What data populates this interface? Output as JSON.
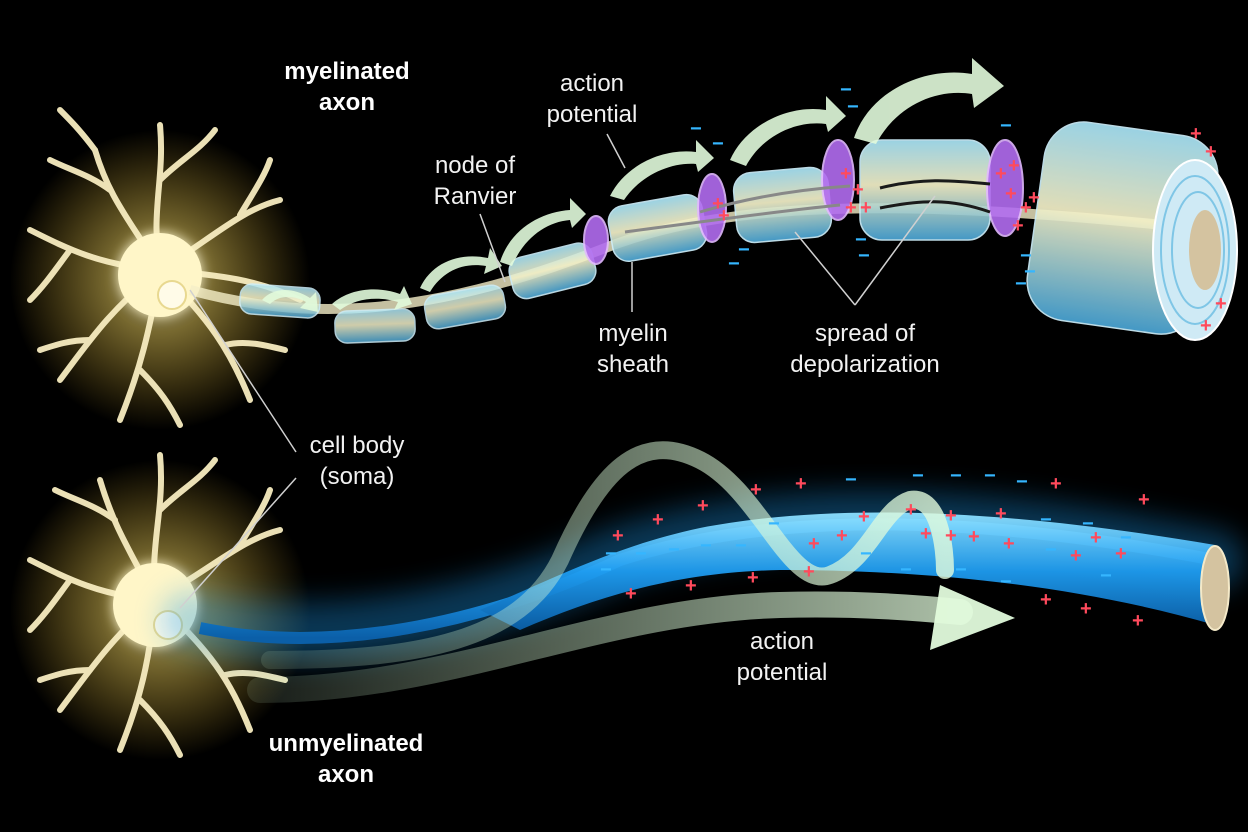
{
  "labels": {
    "myelinated": [
      "myelinated",
      "axon"
    ],
    "action_potential_top": [
      "action",
      "potential"
    ],
    "node_of_ranvier": [
      "node of",
      "Ranvier"
    ],
    "myelin_sheath": [
      "myelin",
      "sheath"
    ],
    "spread_of_depolarization": [
      "spread of",
      "depolarization"
    ],
    "cell_body": [
      "cell body",
      "(soma)"
    ],
    "action_potential_bottom": [
      "action",
      "potential"
    ],
    "unmyelinated": [
      "unmyelinated",
      "axon"
    ]
  },
  "charges": {
    "plus": "+",
    "minus": "−"
  },
  "colors": {
    "background": "#000000",
    "soma": "#fff3b0",
    "soma_glow": "#ffd84a",
    "axon": "#2aa8ff",
    "myelin": "#7fd4f2",
    "node": "#b26cf0",
    "arrow": "#d9f7d4",
    "plus": "#ff4a5c",
    "minus": "#35b6ff"
  },
  "icons": [
    "neuron-cell-icon",
    "propagation-arrow-icon",
    "charge-icon"
  ]
}
